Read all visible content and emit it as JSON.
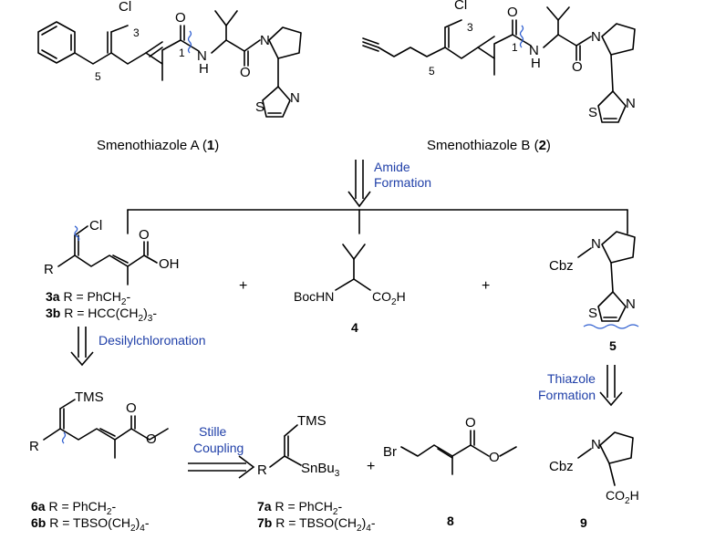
{
  "compounds": {
    "c1": {
      "name": "Smenothiazole A (",
      "num": "1",
      "close": ")"
    },
    "c2": {
      "name": "Smenothiazole B (",
      "num": "2",
      "close": ")"
    },
    "c3": {
      "line_a_num": "3a",
      "line_a_text": " R = PhCH",
      "line_a_sub": "2",
      "line_a_end": "-",
      "line_b_num": "3b",
      "line_b_text": " R = HCC(CH",
      "line_b_sub": "2",
      "line_b_mid": ")",
      "line_b_sub2": "3",
      "line_b_end": "-"
    },
    "c4": {
      "num": "4"
    },
    "c5": {
      "num": "5"
    },
    "c6": {
      "line_a_num": "6a",
      "line_a_text": " R = PhCH",
      "line_a_sub": "2",
      "line_a_end": "-",
      "line_b_num": "6b",
      "line_b_text": " R = TBSO(CH",
      "line_b_sub": "2",
      "line_b_mid": ")",
      "line_b_sub2": "4",
      "line_b_end": "-"
    },
    "c7": {
      "line_a_num": "7a",
      "line_a_text": " R = PhCH",
      "line_a_sub": "2",
      "line_a_end": "-",
      "line_b_num": "7b",
      "line_b_text": " R = TBSO(CH",
      "line_b_sub": "2",
      "line_b_mid": ")",
      "line_b_sub2": "4",
      "line_b_end": "-"
    },
    "c8": {
      "num": "8"
    },
    "c9": {
      "num": "9"
    }
  },
  "atoms": {
    "cl": "Cl",
    "o": "O",
    "n": "N",
    "h": "H",
    "s": "S",
    "oh": "OH",
    "r": "R",
    "tms": "TMS",
    "cbz": "Cbz",
    "br": "Br",
    "bochn": "BocHN",
    "co2h": "CO",
    "co2h_sub": "2",
    "co2h_end": "H",
    "snbu3": "SnBu",
    "snbu3_sub": "3",
    "num3": "3",
    "num5": "5",
    "num1": "1",
    "plus": "+"
  },
  "steps": {
    "amide_line1": "Amide",
    "amide_line2": "Formation",
    "desilyl": "Desilylchloronation",
    "stille_line1": "Stille",
    "stille_line2": "Coupling",
    "thiazole_line1": "Thiazole",
    "thiazole_line2": "Formation"
  },
  "colors": {
    "step_text": "#1f3fa8",
    "wavy_line": "#2f5fd0"
  }
}
